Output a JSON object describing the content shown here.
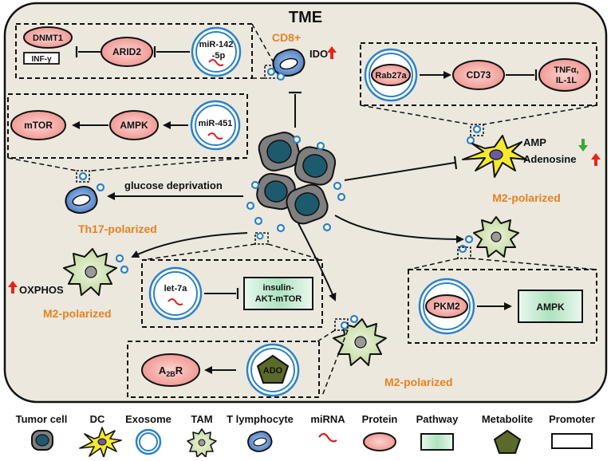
{
  "title": "TME",
  "cells": {
    "cd8": "CD8+",
    "ido": "IDO",
    "th17": "Th17-polarized",
    "dc_m2": "M2-polarized",
    "tam_left_m2": "M2-polarized",
    "tam_bottom_m2": "M2-polarized",
    "oxphos": "OXPHOS",
    "amp": "AMP",
    "adenosine": "Adenosine",
    "glucose": "glucose deprivation"
  },
  "boxes": {
    "b1": {
      "mirna": [
        "miR-142",
        "-5p"
      ],
      "protein1": "ARID2",
      "protein2": "DNMT1",
      "promoter": "INF-γ"
    },
    "b2": {
      "mirna": "miR-451",
      "protein1": "AMPK",
      "protein2": "mTOR"
    },
    "b3": {
      "protein1": "Rab27a",
      "protein2": "CD73",
      "protein3": [
        "TNFα,",
        "IL-1L"
      ]
    },
    "b4": {
      "mirna": "let-7a",
      "pathway": [
        "insulin-",
        "AKT-mTOR"
      ]
    },
    "b5": {
      "metabolite": "ADO",
      "protein": "A",
      "protein_sub": "2B",
      "protein_suffix": "R"
    },
    "b6": {
      "protein": "PKM2",
      "pathway": "AMPK"
    }
  },
  "legend": {
    "tumor": "Tumor cell",
    "dc": "DC",
    "exosome": "Exosome",
    "tam": "TAM",
    "tlymph": "T lymphocyte",
    "mirna": "miRNA",
    "protein": "Protein",
    "pathway": "Pathway",
    "metabolite": "Metabolite",
    "promoter": "Promoter"
  },
  "colors": {
    "background": "#ece8de",
    "orange": "#e6821e",
    "protein_fill": "#f4a4a0",
    "pathway_fill": "#bfe8cc",
    "metabolite_fill": "#5b6a2a",
    "exosome_ring": "#2b82c6",
    "tlymph_fill": "#5d8fce",
    "tumor_fill": "#7f7f7f",
    "tumor_nucleus": "#1e5a6e",
    "tam_fill": "#cfe0b0",
    "dc_fill": "#f4ea2b",
    "arrow_up": "#e8241a",
    "arrow_down": "#3aaa35"
  }
}
